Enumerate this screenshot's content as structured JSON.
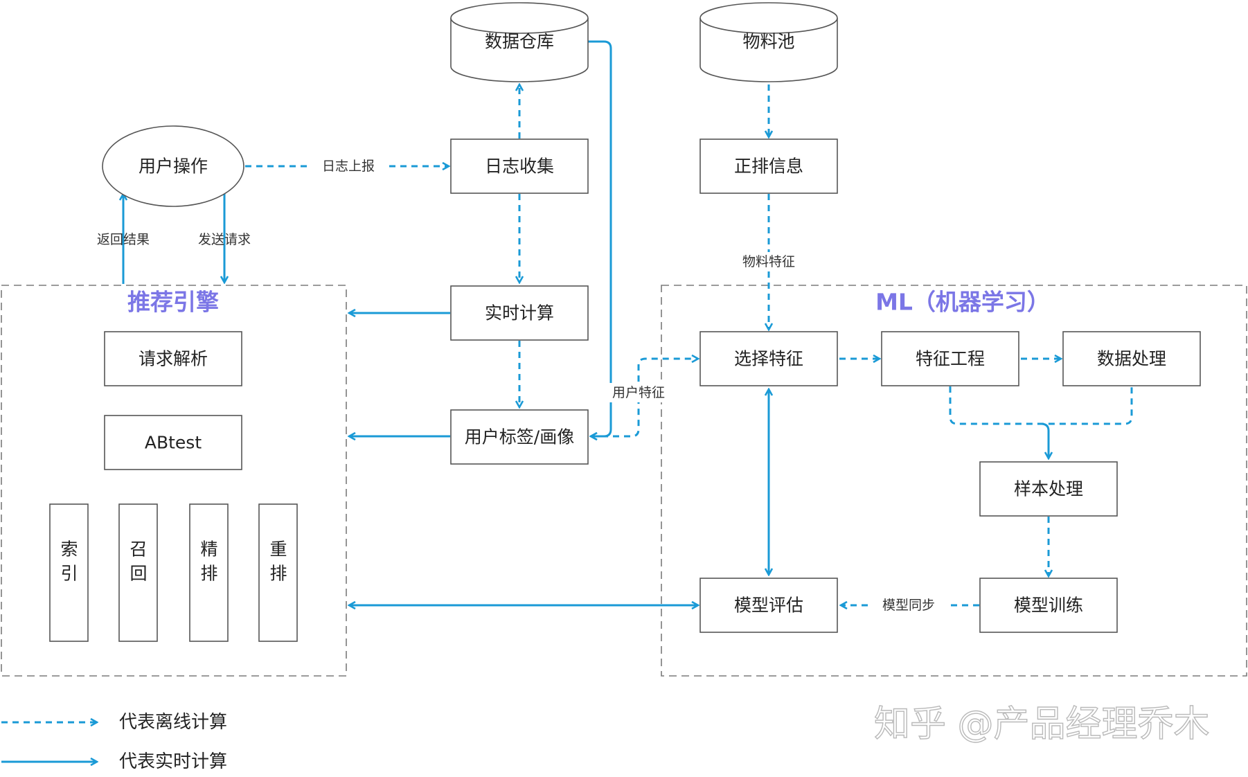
{
  "nodes": {
    "data_warehouse": "数据仓库",
    "material_pool": "物料池",
    "user_action": "用户操作",
    "log_collect": "日志收集",
    "rank_info": "正排信息",
    "realtime_compute": "实时计算",
    "user_profile": "用户标签/画像",
    "request_parse": "请求解析",
    "abtest": "ABtest",
    "index": "索引",
    "recall": "召回",
    "fine_rank": "精排",
    "rerank": "重排",
    "select_feature": "选择特征",
    "feature_eng": "特征工程",
    "data_process": "数据处理",
    "sample_process": "样本处理",
    "model_eval": "模型评估",
    "model_train": "模型训练"
  },
  "groups": {
    "engine": "推荐引擎",
    "ml": "ML（机器学习）"
  },
  "edge_labels": {
    "log_report": "日志上报",
    "return_result": "返回结果",
    "send_request": "发送请求",
    "material_feature": "物料特征",
    "user_feature": "用户特征",
    "model_sync": "模型同步"
  },
  "legend": {
    "offline": "代表离线计算",
    "realtime": "代表实时计算"
  },
  "watermark": "知乎 @产品经理乔木",
  "colors": {
    "accent": "#1a9ad6",
    "group_title": "#7b76e6",
    "border": "#555555"
  }
}
